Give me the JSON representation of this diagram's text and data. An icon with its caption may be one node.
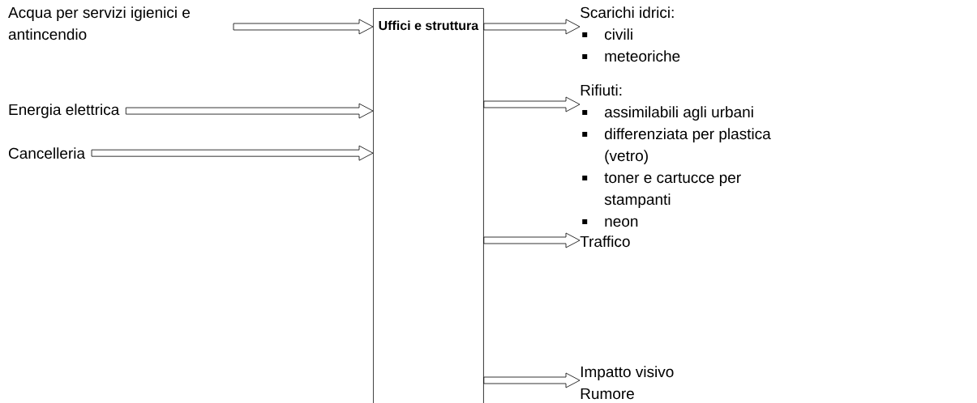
{
  "diagram": {
    "nodes": [
      {
        "text": [
          "Acqua per servizi igienici e antincendio"
        ]
      },
      {
        "text": [
          "Energia elettrica"
        ]
      },
      {
        "text": [
          "Cancelleria"
        ]
      },
      {
        "text": [
          "Uffici e struttura"
        ]
      },
      {
        "text": [
          "Scarichi idrici:",
          "civili",
          "meteoriche"
        ]
      },
      {
        "text": [
          "Rifiuti:",
          "assimilabili agli urbani",
          "differenziata per plastica (vetro)",
          "toner e cartucce per stampanti",
          "neon"
        ]
      },
      {
        "text": [
          "Traffico"
        ]
      },
      {
        "text": [
          "Impatto visivo",
          "Rumore"
        ]
      }
    ],
    "edges": [
      {
        "from": 0,
        "to": 3,
        "arrow": "to"
      },
      {
        "from": 1,
        "to": 3,
        "arrow": "to"
      },
      {
        "from": 2,
        "to": 3,
        "arrow": "to"
      },
      {
        "from": 3,
        "to": 4,
        "arrow": "to"
      },
      {
        "from": 3,
        "to": 5,
        "arrow": "to"
      },
      {
        "from": 3,
        "to": 6,
        "arrow": "to"
      },
      {
        "from": 3,
        "to": 7,
        "arrow": "to"
      }
    ]
  }
}
